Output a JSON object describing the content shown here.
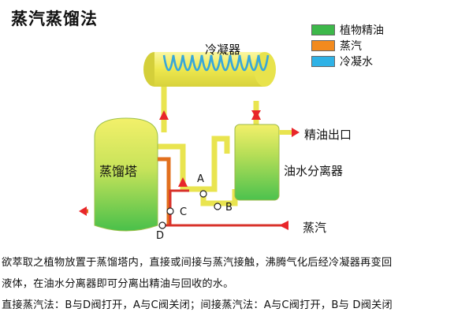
{
  "title": "蒸汽蒸馏法",
  "legend": [
    {
      "label": "植物精油",
      "color": "#3db84a"
    },
    {
      "label": "蒸汽",
      "color": "#f28a1e"
    },
    {
      "label": "冷凝水",
      "color": "#2fb2e6"
    }
  ],
  "labels": {
    "condenser": "冷凝器",
    "column": "蒸馏塔",
    "separator": "油水分离器",
    "oil_outlet": "精油出口",
    "steam": "蒸汽"
  },
  "valves": {
    "a": "A",
    "b": "B",
    "c": "C",
    "d": "D"
  },
  "description": {
    "line1": "欲萃取之植物放置于蒸馏塔内，直接或间接与蒸汽接触，沸腾气化后经冷凝器再变回",
    "line2": "液体，在油水分离器即可分离出精油与回收的水。",
    "line3": "直接蒸汽法：B与D阀打开，A与C阀关闭；间接蒸汽法：A与C阀打开，B与 D阀关闭"
  },
  "colors": {
    "yellow": "#f2ef5a",
    "green": "#4cc24e",
    "orange": "#e2701e",
    "arrow": "#e8262a",
    "pipe_red": "#d8322a"
  }
}
